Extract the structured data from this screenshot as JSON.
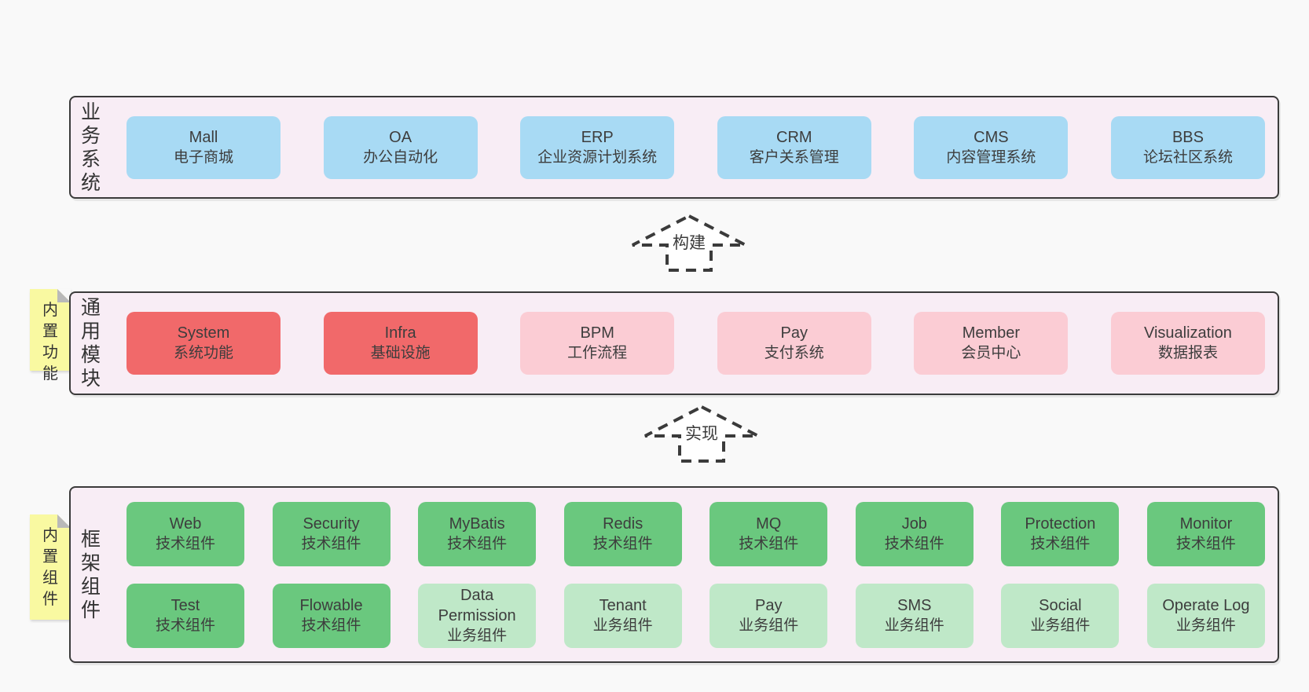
{
  "palette": {
    "blue": "#a8daf4",
    "red": "#f1696a",
    "pink": "#fbccd4",
    "green": "#6ac87e",
    "light_green": "#bfe8c8",
    "panel_bg": "#f8edf5",
    "panel_border": "#3b3b3b",
    "sticky_yellow": "#f9f9a1",
    "fold_gray": "#b9b9b9",
    "arrow_fill": "#ffffff",
    "page_bg": "#f9f9f9",
    "text": "#3d3d3d"
  },
  "arrows": [
    {
      "label": "构建"
    },
    {
      "label": "实现"
    }
  ],
  "sections": [
    {
      "label": "业务系统",
      "boxes": [
        {
          "en": "Mall",
          "zh": "电子商城",
          "variant": "blue"
        },
        {
          "en": "OA",
          "zh": "办公自动化",
          "variant": "blue"
        },
        {
          "en": "ERP",
          "zh": "企业资源计划系统",
          "variant": "blue"
        },
        {
          "en": "CRM",
          "zh": "客户关系管理",
          "variant": "blue"
        },
        {
          "en": "CMS",
          "zh": "内容管理系统",
          "variant": "blue"
        },
        {
          "en": "BBS",
          "zh": "论坛社区系统",
          "variant": "blue"
        }
      ]
    },
    {
      "label": "通用模块",
      "sticky": "内置功能",
      "boxes": [
        {
          "en": "System",
          "zh": "系统功能",
          "variant": "red"
        },
        {
          "en": "Infra",
          "zh": "基础设施",
          "variant": "red"
        },
        {
          "en": "BPM",
          "zh": "工作流程",
          "variant": "pink"
        },
        {
          "en": "Pay",
          "zh": "支付系统",
          "variant": "pink"
        },
        {
          "en": "Member",
          "zh": "会员中心",
          "variant": "pink"
        },
        {
          "en": "Visualization",
          "zh": "数据报表",
          "variant": "pink"
        }
      ]
    },
    {
      "label": "框架组件",
      "sticky": "内置组件",
      "rows": [
        [
          {
            "en": "Web",
            "zh": "技术组件",
            "variant": "green"
          },
          {
            "en": "Security",
            "zh": "技术组件",
            "variant": "green"
          },
          {
            "en": "MyBatis",
            "zh": "技术组件",
            "variant": "green"
          },
          {
            "en": "Redis",
            "zh": "技术组件",
            "variant": "green"
          },
          {
            "en": "MQ",
            "zh": "技术组件",
            "variant": "green"
          },
          {
            "en": "Job",
            "zh": "技术组件",
            "variant": "green"
          },
          {
            "en": "Protection",
            "zh": "技术组件",
            "variant": "green"
          },
          {
            "en": "Monitor",
            "zh": "技术组件",
            "variant": "green"
          }
        ],
        [
          {
            "en": "Test",
            "zh": "技术组件",
            "variant": "green"
          },
          {
            "en": "Flowable",
            "zh": "技术组件",
            "variant": "green"
          },
          {
            "en": "Data Permission",
            "zh": "业务组件",
            "variant": "light_green"
          },
          {
            "en": "Tenant",
            "zh": "业务组件",
            "variant": "light_green"
          },
          {
            "en": "Pay",
            "zh": "业务组件",
            "variant": "light_green"
          },
          {
            "en": "SMS",
            "zh": "业务组件",
            "variant": "light_green"
          },
          {
            "en": "Social",
            "zh": "业务组件",
            "variant": "light_green"
          },
          {
            "en": "Operate Log",
            "zh": "业务组件",
            "variant": "light_green"
          }
        ]
      ]
    }
  ]
}
